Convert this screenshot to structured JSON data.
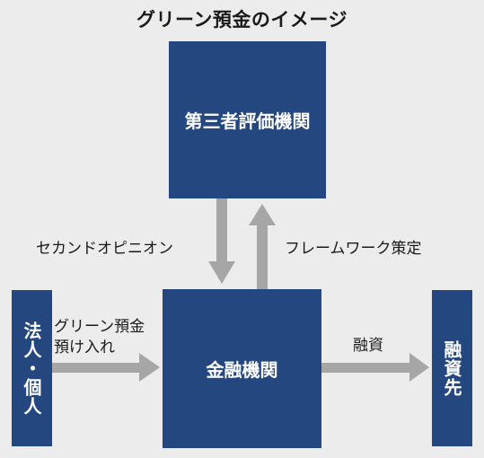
{
  "title": "グリーン預金のイメージ",
  "nodes": {
    "evaluator": "第三者評価機関",
    "bank": "金融機関",
    "corporate": "法人・個人",
    "borrower": "融資先"
  },
  "edges": {
    "second_opinion": "セカンドオピニオン",
    "framework": "フレームワーク策定",
    "deposit_line1": "グリーン預金",
    "deposit_line2": "預け入れ",
    "financing": "融資"
  },
  "colors": {
    "box": "#24477f",
    "arrow": "#a6a6a6",
    "background": "#ececec"
  }
}
